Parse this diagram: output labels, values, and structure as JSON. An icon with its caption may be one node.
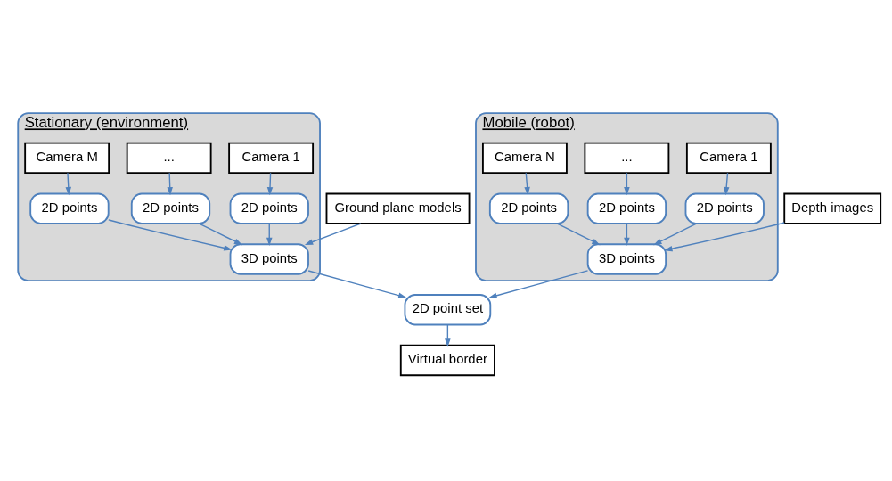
{
  "diagram": {
    "nodes": [
      {
        "text": [
          "Stationary (environment)"
        ]
      },
      {
        "text": [
          "Camera 1"
        ],
        "in": 0
      },
      {
        "text": [
          "..."
        ],
        "in": 0
      },
      {
        "text": [
          "Camera M"
        ],
        "in": 0
      },
      {
        "text": [
          "2D points"
        ],
        "in": 0
      },
      {
        "text": [
          "2D points"
        ],
        "in": 0
      },
      {
        "text": [
          "2D points"
        ],
        "in": 0
      },
      {
        "text": [
          "3D points"
        ],
        "in": 0
      },
      {
        "text": [
          "Mobile (robot)"
        ]
      },
      {
        "text": [
          "Camera 1"
        ],
        "in": 8
      },
      {
        "text": [
          "..."
        ],
        "in": 8
      },
      {
        "text": [
          "Camera N"
        ],
        "in": 8
      },
      {
        "text": [
          "2D points"
        ],
        "in": 8
      },
      {
        "text": [
          "2D points"
        ],
        "in": 8
      },
      {
        "text": [
          "2D points"
        ],
        "in": 8
      },
      {
        "text": [
          "3D points"
        ],
        "in": 8
      },
      {
        "text": [
          "Ground plane models"
        ]
      },
      {
        "text": [
          "Depth images"
        ]
      },
      {
        "text": [
          "2D point set"
        ]
      },
      {
        "text": [
          "Virtual border"
        ]
      }
    ],
    "edges": [
      {
        "from": 1,
        "to": 4,
        "arrow": "to"
      },
      {
        "from": 2,
        "to": 5,
        "arrow": "to"
      },
      {
        "from": 3,
        "to": 6,
        "arrow": "to"
      },
      {
        "from": 4,
        "to": 7,
        "arrow": "to"
      },
      {
        "from": 5,
        "to": 7,
        "arrow": "to"
      },
      {
        "from": 6,
        "to": 7,
        "arrow": "to"
      },
      {
        "from": 16,
        "to": 7,
        "arrow": "to"
      },
      {
        "from": 9,
        "to": 12,
        "arrow": "to"
      },
      {
        "from": 10,
        "to": 13,
        "arrow": "to"
      },
      {
        "from": 11,
        "to": 14,
        "arrow": "to"
      },
      {
        "from": 12,
        "to": 15,
        "arrow": "to"
      },
      {
        "from": 13,
        "to": 15,
        "arrow": "to"
      },
      {
        "from": 14,
        "to": 15,
        "arrow": "to"
      },
      {
        "from": 17,
        "to": 15,
        "arrow": "to"
      },
      {
        "from": 7,
        "to": 18,
        "arrow": "to"
      },
      {
        "from": 15,
        "to": 18,
        "arrow": "to"
      },
      {
        "from": 18,
        "to": 19,
        "arrow": "to"
      }
    ]
  }
}
